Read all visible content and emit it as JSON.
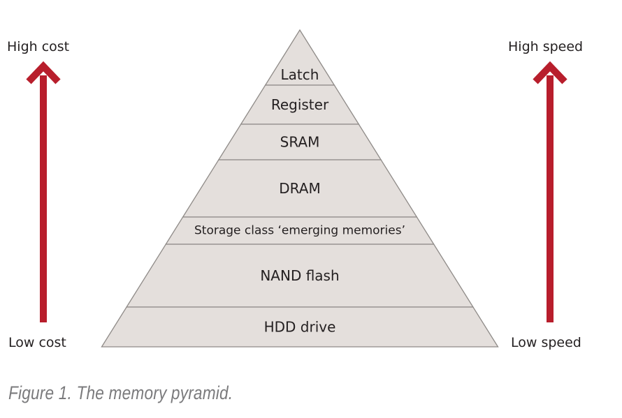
{
  "pyramid": {
    "levels": [
      {
        "label": "Latch"
      },
      {
        "label": "Register"
      },
      {
        "label": "SRAM"
      },
      {
        "label": "DRAM"
      },
      {
        "label": "Storage class ‘emerging memories’"
      },
      {
        "label": "NAND flash"
      },
      {
        "label": "HDD drive"
      }
    ]
  },
  "cost_axis": {
    "top_label": "High cost",
    "bottom_label": "Low cost"
  },
  "speed_axis": {
    "top_label": "High speed",
    "bottom_label": "Low speed"
  },
  "caption": "Figure 1. The memory pyramid.",
  "colors": {
    "level_fill": "#e4dfdc",
    "level_stroke": "#8f8b88",
    "arrow": "#b81e2c",
    "caption_text": "#7a7a7c",
    "text": "#231f20"
  }
}
